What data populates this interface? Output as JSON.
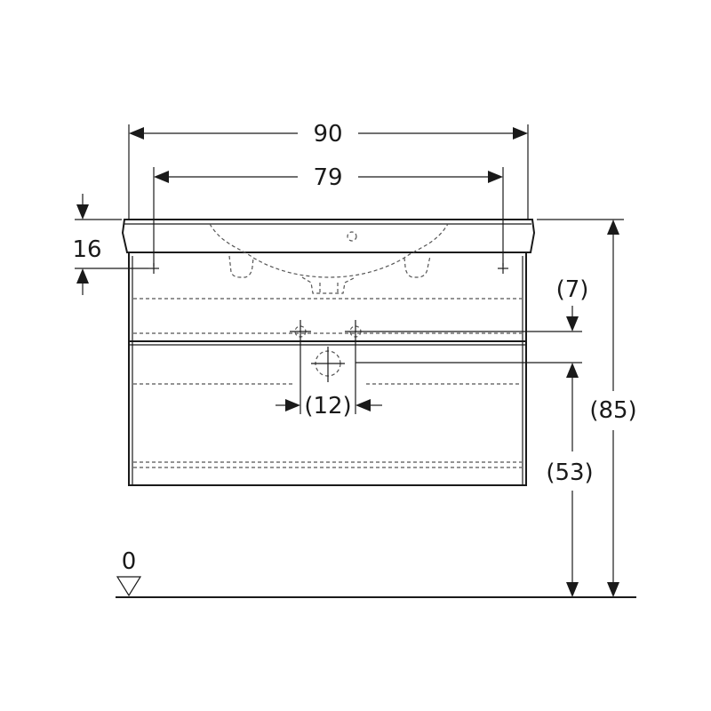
{
  "dimensions": {
    "total_width": "90",
    "tap_hole_spacing": "79",
    "basin_thickness": "16",
    "drain_offset": "(7)",
    "drain_spacing": "(12)",
    "drain_height": "(53)",
    "total_height": "(85)",
    "floor_level": "0"
  }
}
